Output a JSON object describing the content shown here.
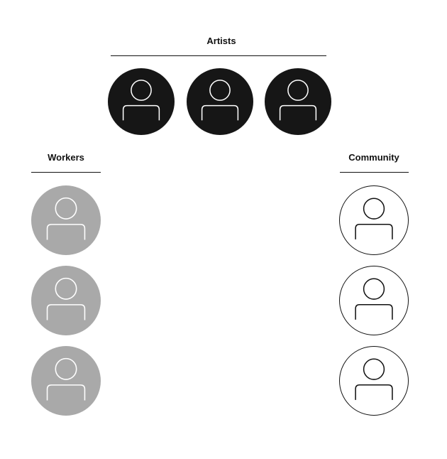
{
  "groups": {
    "artists": {
      "label": "Artists",
      "fill_color": "#161616",
      "icon_color": "#ffffff",
      "member_icon": "person-icon",
      "member_count": 3
    },
    "workers": {
      "label": "Workers",
      "fill_color": "#a9a9a9",
      "icon_color": "#ffffff",
      "member_icon": "person-icon",
      "member_count": 3
    },
    "community": {
      "label": "Community",
      "fill_color": "#ffffff",
      "icon_color": "#111111",
      "member_icon": "person-icon",
      "member_count": 3
    }
  },
  "colors": {
    "text": "#111111",
    "rule": "#111111",
    "background": "#ffffff"
  }
}
